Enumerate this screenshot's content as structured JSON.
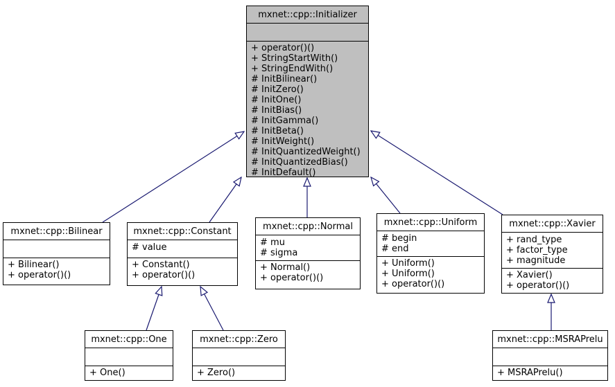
{
  "diagram": {
    "kind": "uml-class-inheritance-diagram",
    "colors": {
      "hub_node_fill": "#bfbfbf",
      "node_fill": "#ffffff",
      "node_border": "#000000",
      "edge": "#191970",
      "background": "#ffffff"
    }
  },
  "classes": {
    "initializer": {
      "title": "mxnet::cpp::Initializer",
      "attributes": [],
      "methods": [
        "+ operator()()",
        "+ StringStartWith()",
        "+ StringEndWith()",
        "# InitBilinear()",
        "# InitZero()",
        "# InitOne()",
        "# InitBias()",
        "# InitGamma()",
        "# InitBeta()",
        "# InitWeight()",
        "# InitQuantizedWeight()",
        "# InitQuantizedBias()",
        "# InitDefault()"
      ]
    },
    "bilinear": {
      "title": "mxnet::cpp::Bilinear",
      "attributes": [],
      "methods": [
        "+ Bilinear()",
        "+ operator()()"
      ]
    },
    "constant": {
      "title": "mxnet::cpp::Constant",
      "attributes": [
        "# value"
      ],
      "methods": [
        "+ Constant()",
        "+ operator()()"
      ]
    },
    "normal": {
      "title": "mxnet::cpp::Normal",
      "attributes": [
        "# mu",
        "# sigma"
      ],
      "methods": [
        "+ Normal()",
        "+ operator()()"
      ]
    },
    "uniform": {
      "title": "mxnet::cpp::Uniform",
      "attributes": [
        "# begin",
        "# end"
      ],
      "methods": [
        "+ Uniform()",
        "+ Uniform()",
        "+ operator()()"
      ]
    },
    "xavier": {
      "title": "mxnet::cpp::Xavier",
      "attributes": [
        "+ rand_type",
        "+ factor_type",
        "+ magnitude"
      ],
      "methods": [
        "+ Xavier()",
        "+ operator()()"
      ]
    },
    "one": {
      "title": "mxnet::cpp::One",
      "attributes": [],
      "methods": [
        "+ One()"
      ]
    },
    "zero": {
      "title": "mxnet::cpp::Zero",
      "attributes": [],
      "methods": [
        "+ Zero()"
      ]
    },
    "msraprelu": {
      "title": "mxnet::cpp::MSRAPrelu",
      "attributes": [],
      "methods": [
        "+ MSRAPrelu()"
      ]
    }
  },
  "edges": [
    {
      "child": "mxnet::cpp::Bilinear",
      "parent": "mxnet::cpp::Initializer",
      "type": "inheritance"
    },
    {
      "child": "mxnet::cpp::Constant",
      "parent": "mxnet::cpp::Initializer",
      "type": "inheritance"
    },
    {
      "child": "mxnet::cpp::Normal",
      "parent": "mxnet::cpp::Initializer",
      "type": "inheritance"
    },
    {
      "child": "mxnet::cpp::Uniform",
      "parent": "mxnet::cpp::Initializer",
      "type": "inheritance"
    },
    {
      "child": "mxnet::cpp::Xavier",
      "parent": "mxnet::cpp::Initializer",
      "type": "inheritance"
    },
    {
      "child": "mxnet::cpp::One",
      "parent": "mxnet::cpp::Constant",
      "type": "inheritance"
    },
    {
      "child": "mxnet::cpp::Zero",
      "parent": "mxnet::cpp::Constant",
      "type": "inheritance"
    },
    {
      "child": "mxnet::cpp::MSRAPrelu",
      "parent": "mxnet::cpp::Xavier",
      "type": "inheritance"
    }
  ]
}
